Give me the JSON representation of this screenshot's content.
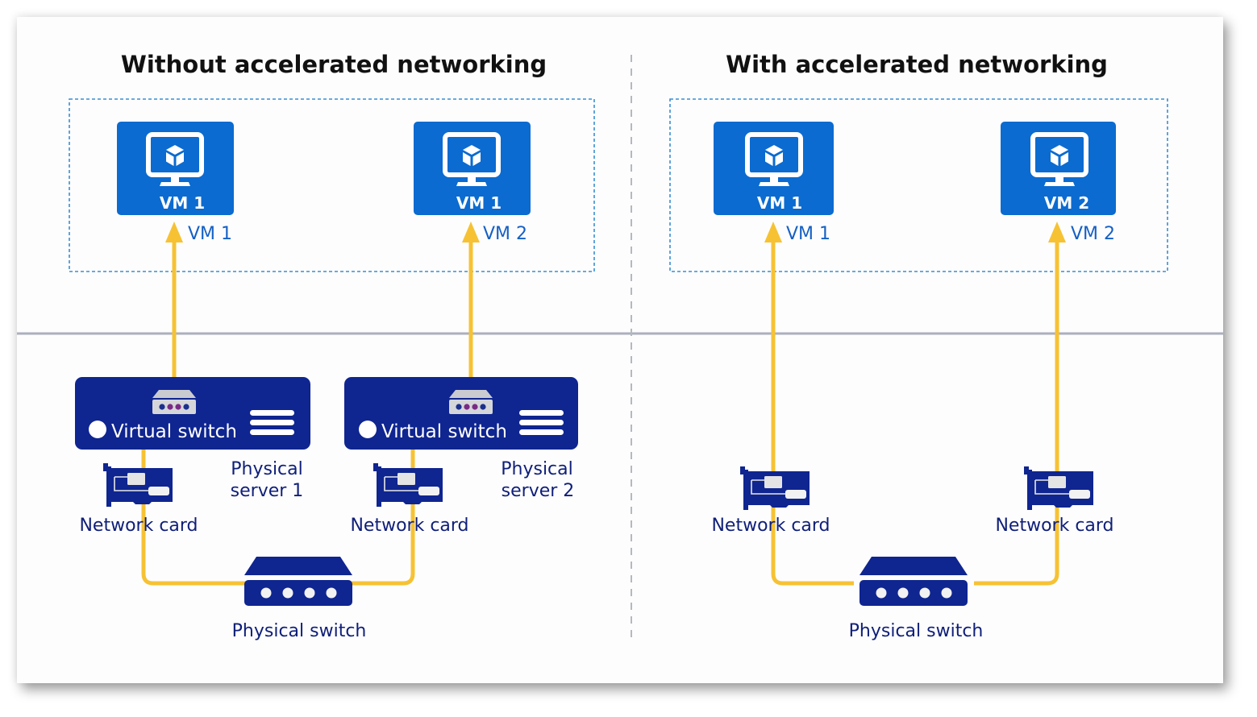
{
  "colors": {
    "vm_blue": "#0b6bd0",
    "navy": "#0f2590",
    "link_yellow": "#f6c234",
    "dashed_border": "#3a8fd0",
    "divider": "#aab0bc",
    "label_blue": "#1560c4",
    "label_navy": "#0f1f78"
  },
  "panels": [
    {
      "title": "Without accelerated networking",
      "vms": [
        {
          "icon": "virtual-machine-icon",
          "label": "VM 1",
          "caption": "VM 1"
        },
        {
          "icon": "virtual-machine-icon",
          "label": "VM 1",
          "caption": "VM 2"
        }
      ],
      "servers": [
        {
          "virtual_switch_label": "Virtual switch",
          "server_label_line1": "Physical",
          "server_label_line2": "server 1",
          "nic_label": "Network card"
        },
        {
          "virtual_switch_label": "Virtual switch",
          "server_label_line1": "Physical",
          "server_label_line2": "server 2",
          "nic_label": "Network card"
        }
      ],
      "physical_switch_label": "Physical switch"
    },
    {
      "title": "With accelerated networking",
      "vms": [
        {
          "icon": "virtual-machine-icon",
          "label": "VM 1",
          "caption": "VM 1"
        },
        {
          "icon": "virtual-machine-icon",
          "label": "VM 2",
          "caption": "VM 2"
        }
      ],
      "nics": [
        {
          "nic_label": "Network card"
        },
        {
          "nic_label": "Network card"
        }
      ],
      "physical_switch_label": "Physical switch"
    }
  ]
}
